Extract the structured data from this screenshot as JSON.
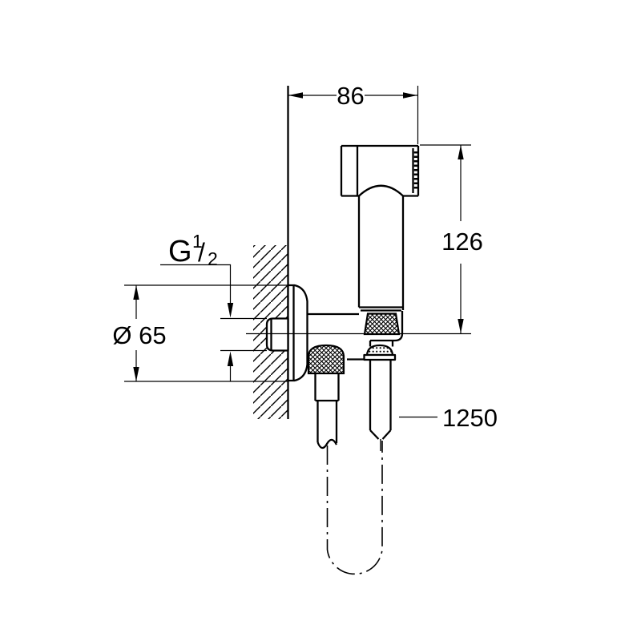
{
  "meta": {
    "background_color": "#ffffff",
    "line_color": "#000000",
    "drawing_kind": "hand-shower wall-holder installation dimension drawing"
  },
  "labels": {
    "top_width": "86",
    "side_height": "126",
    "flange_diameter": "Ø 65",
    "thread": {
      "g": "G",
      "numerator": "1",
      "slash": "/",
      "denominator": "2"
    },
    "hose_length": "1250"
  }
}
